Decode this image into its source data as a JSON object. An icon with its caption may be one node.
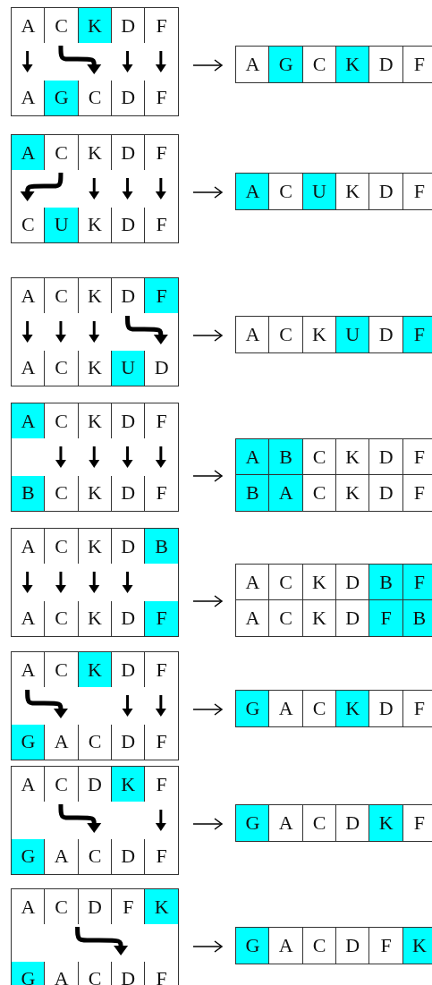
{
  "diagram": {
    "labels": [
      "A",
      "C",
      "K",
      "D",
      "F",
      "A",
      "G",
      "C",
      "D",
      "F",
      "A",
      "G",
      "C",
      "K",
      "D",
      "F",
      "A",
      "C",
      "K",
      "D",
      "F",
      "C",
      "U",
      "K",
      "D",
      "F",
      "A",
      "C",
      "U",
      "K",
      "D",
      "F",
      "A",
      "C",
      "K",
      "D",
      "F",
      "A",
      "C",
      "K",
      "U",
      "D",
      "A",
      "C",
      "K",
      "U",
      "D",
      "F",
      "A",
      "C",
      "K",
      "D",
      "F",
      "B",
      "C",
      "K",
      "D",
      "F",
      "A",
      "B",
      "C",
      "K",
      "D",
      "F",
      "B",
      "A",
      "C",
      "K",
      "D",
      "F",
      "A",
      "C",
      "K",
      "D",
      "B",
      "A",
      "C",
      "K",
      "D",
      "F",
      "A",
      "C",
      "K",
      "D",
      "B",
      "F",
      "A",
      "C",
      "K",
      "D",
      "F",
      "B",
      "A",
      "C",
      "K",
      "D",
      "F",
      "G",
      "A",
      "C",
      "D",
      "F",
      "G",
      "A",
      "C",
      "K",
      "D",
      "F",
      "A",
      "C",
      "D",
      "K",
      "F",
      "G",
      "A",
      "C",
      "D",
      "F",
      "G",
      "A",
      "C",
      "D",
      "K",
      "F",
      "A",
      "C",
      "D",
      "F",
      "K",
      "G",
      "A",
      "C",
      "D",
      "F",
      "G",
      "A",
      "C",
      "D",
      "F",
      "K"
    ]
  }
}
